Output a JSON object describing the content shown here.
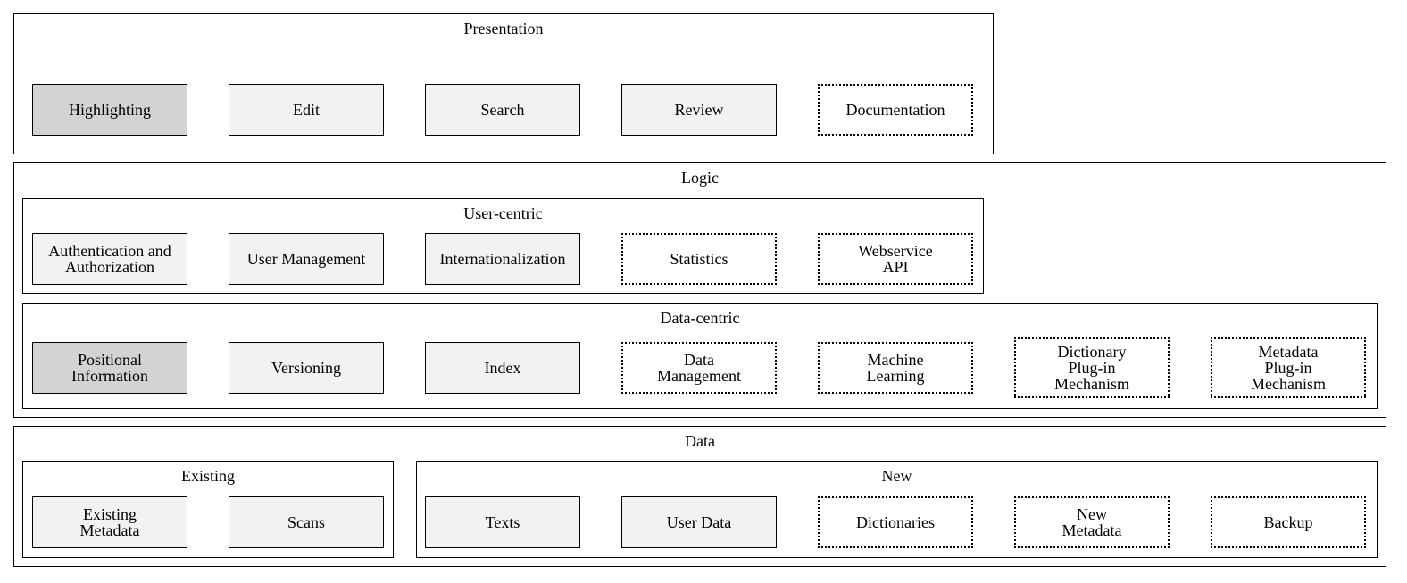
{
  "presentation": {
    "title": "Presentation",
    "nodes": [
      "Highlighting",
      "Edit",
      "Search",
      "Review",
      "Documentation"
    ]
  },
  "logic": {
    "title": "Logic",
    "user_centric": {
      "title": "User-centric",
      "nodes": [
        "Authentication and\nAuthorization",
        "User Management",
        "Internationalization",
        "Statistics",
        "Webservice\nAPI"
      ]
    },
    "data_centric": {
      "title": "Data-centric",
      "nodes": [
        "Positional\nInformation",
        "Versioning",
        "Index",
        "Data\nManagement",
        "Machine\nLearning",
        "Dictionary\nPlug-in\nMechanism",
        "Metadata\nPlug-in\nMechanism"
      ]
    }
  },
  "data": {
    "title": "Data",
    "existing": {
      "title": "Existing",
      "nodes": [
        "Existing\nMetadata",
        "Scans"
      ]
    },
    "new": {
      "title": "New",
      "nodes": [
        "Texts",
        "User Data",
        "Dictionaries",
        "New\nMetadata",
        "Backup"
      ]
    }
  }
}
